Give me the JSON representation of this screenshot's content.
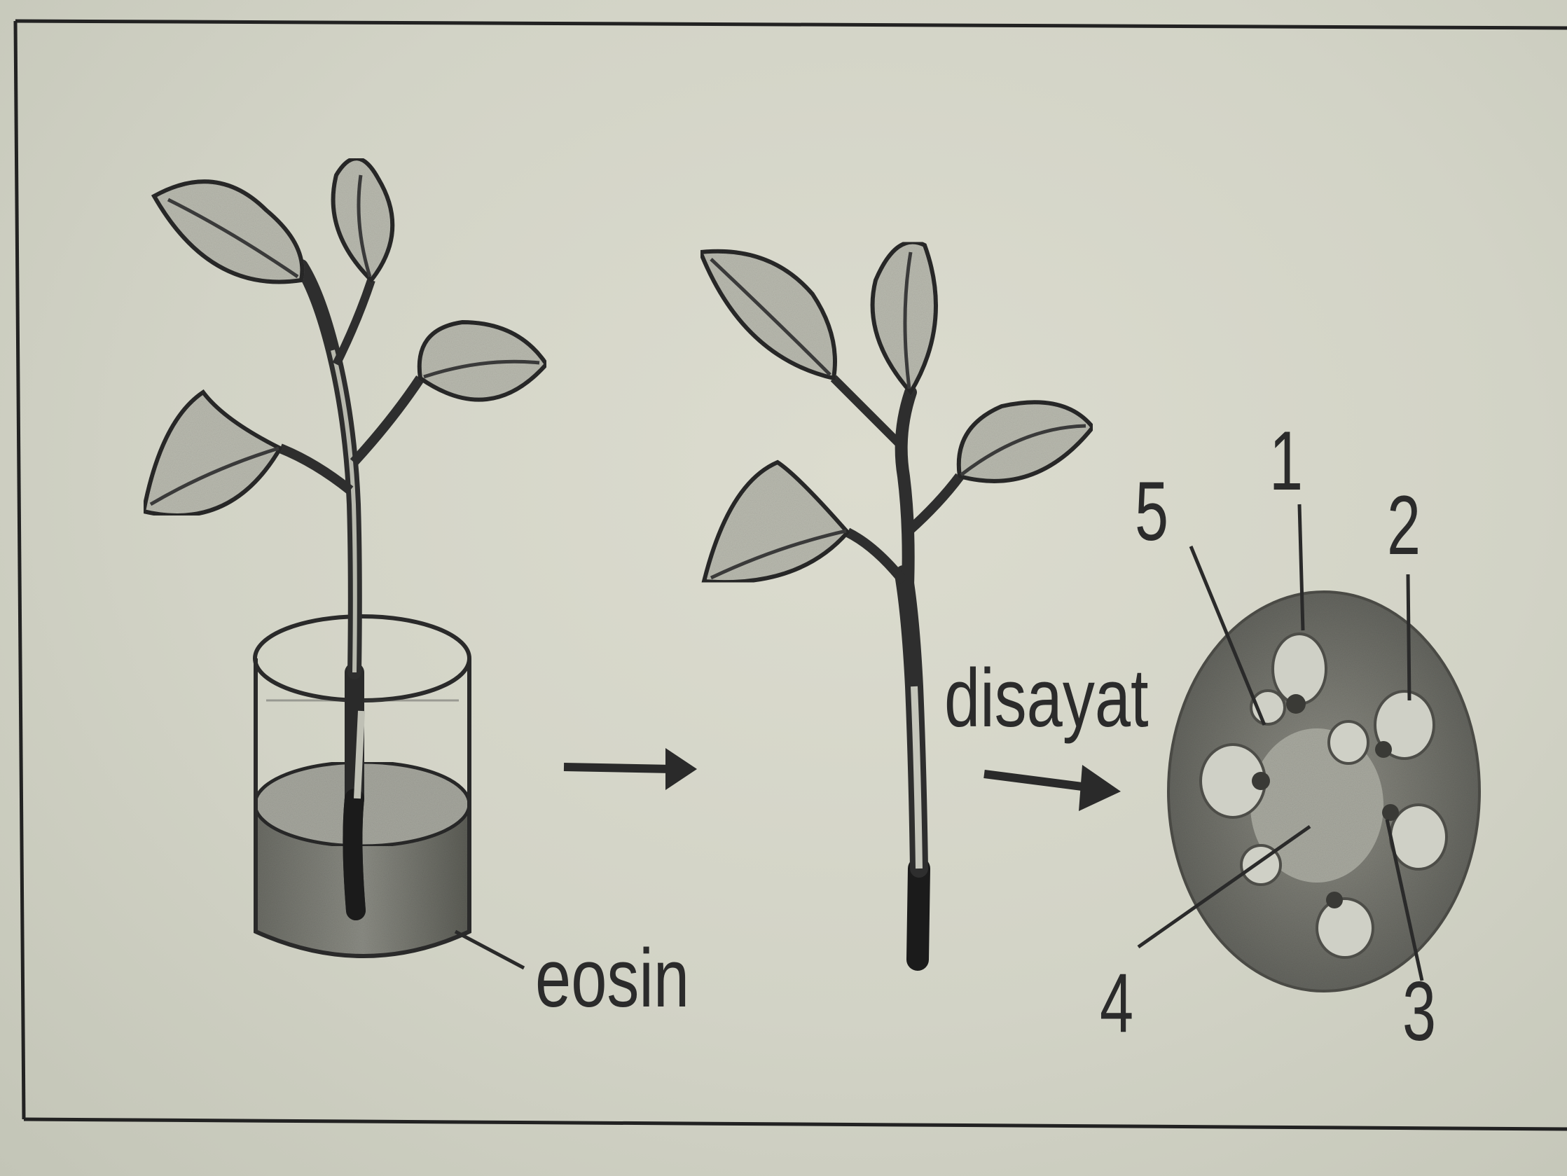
{
  "labels": {
    "eosin": "eosin",
    "disayat": "disayat"
  },
  "cross_section_numbers": {
    "n1": "1",
    "n2": "2",
    "n3": "3",
    "n4": "4",
    "n5": "5"
  },
  "colors": {
    "background": "#d2d3c6",
    "ink": "#2b2b2b",
    "stain": "#6e6e66"
  }
}
